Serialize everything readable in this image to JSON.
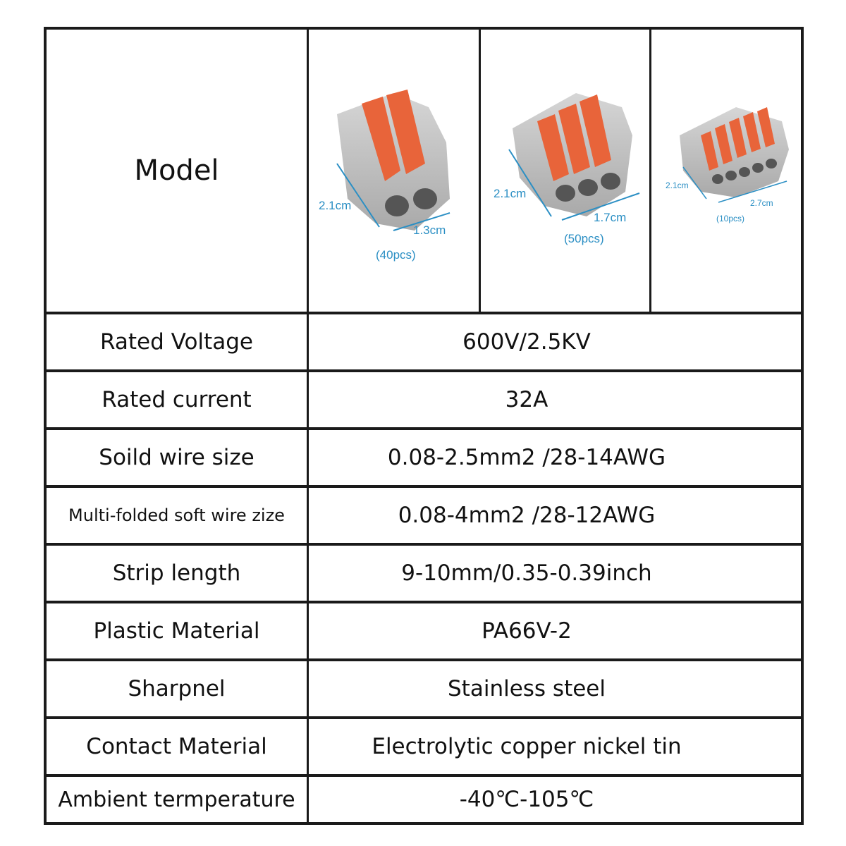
{
  "model_label": "Model",
  "products": [
    {
      "dim_depth": "2.1cm",
      "dim_width": "1.3cm",
      "pack": "(40pcs)",
      "slots": 2
    },
    {
      "dim_depth": "2.1cm",
      "dim_width": "1.7cm",
      "pack": "(50pcs)",
      "slots": 3
    },
    {
      "dim_depth": "2.1cm",
      "dim_width": "2.7cm",
      "pack": "(10pcs)",
      "slots": 5
    }
  ],
  "colors": {
    "housing": "#c9c9c9",
    "lever": "#e8643a",
    "dimension": "#2b8fc4",
    "border": "#1a1a1a"
  },
  "specs": [
    {
      "label": "Rated Voltage",
      "value": "600V/2.5KV"
    },
    {
      "label": "Rated current",
      "value": "32A"
    },
    {
      "label": "Soild wire size",
      "value": "0.08-2.5mm2 /28-14AWG"
    },
    {
      "label": "Multi-folded soft wire zize",
      "value": "0.08-4mm2 /28-12AWG"
    },
    {
      "label": "Strip length",
      "value": "9-10mm/0.35-0.39inch"
    },
    {
      "label": "Plastic Material",
      "value": "PA66V-2"
    },
    {
      "label": "Sharpnel",
      "value": "Stainless steel"
    },
    {
      "label": "Contact Material",
      "value": "Electrolytic copper nickel tin"
    },
    {
      "label": "Ambient termperature",
      "value": "-40℃-105℃"
    }
  ]
}
